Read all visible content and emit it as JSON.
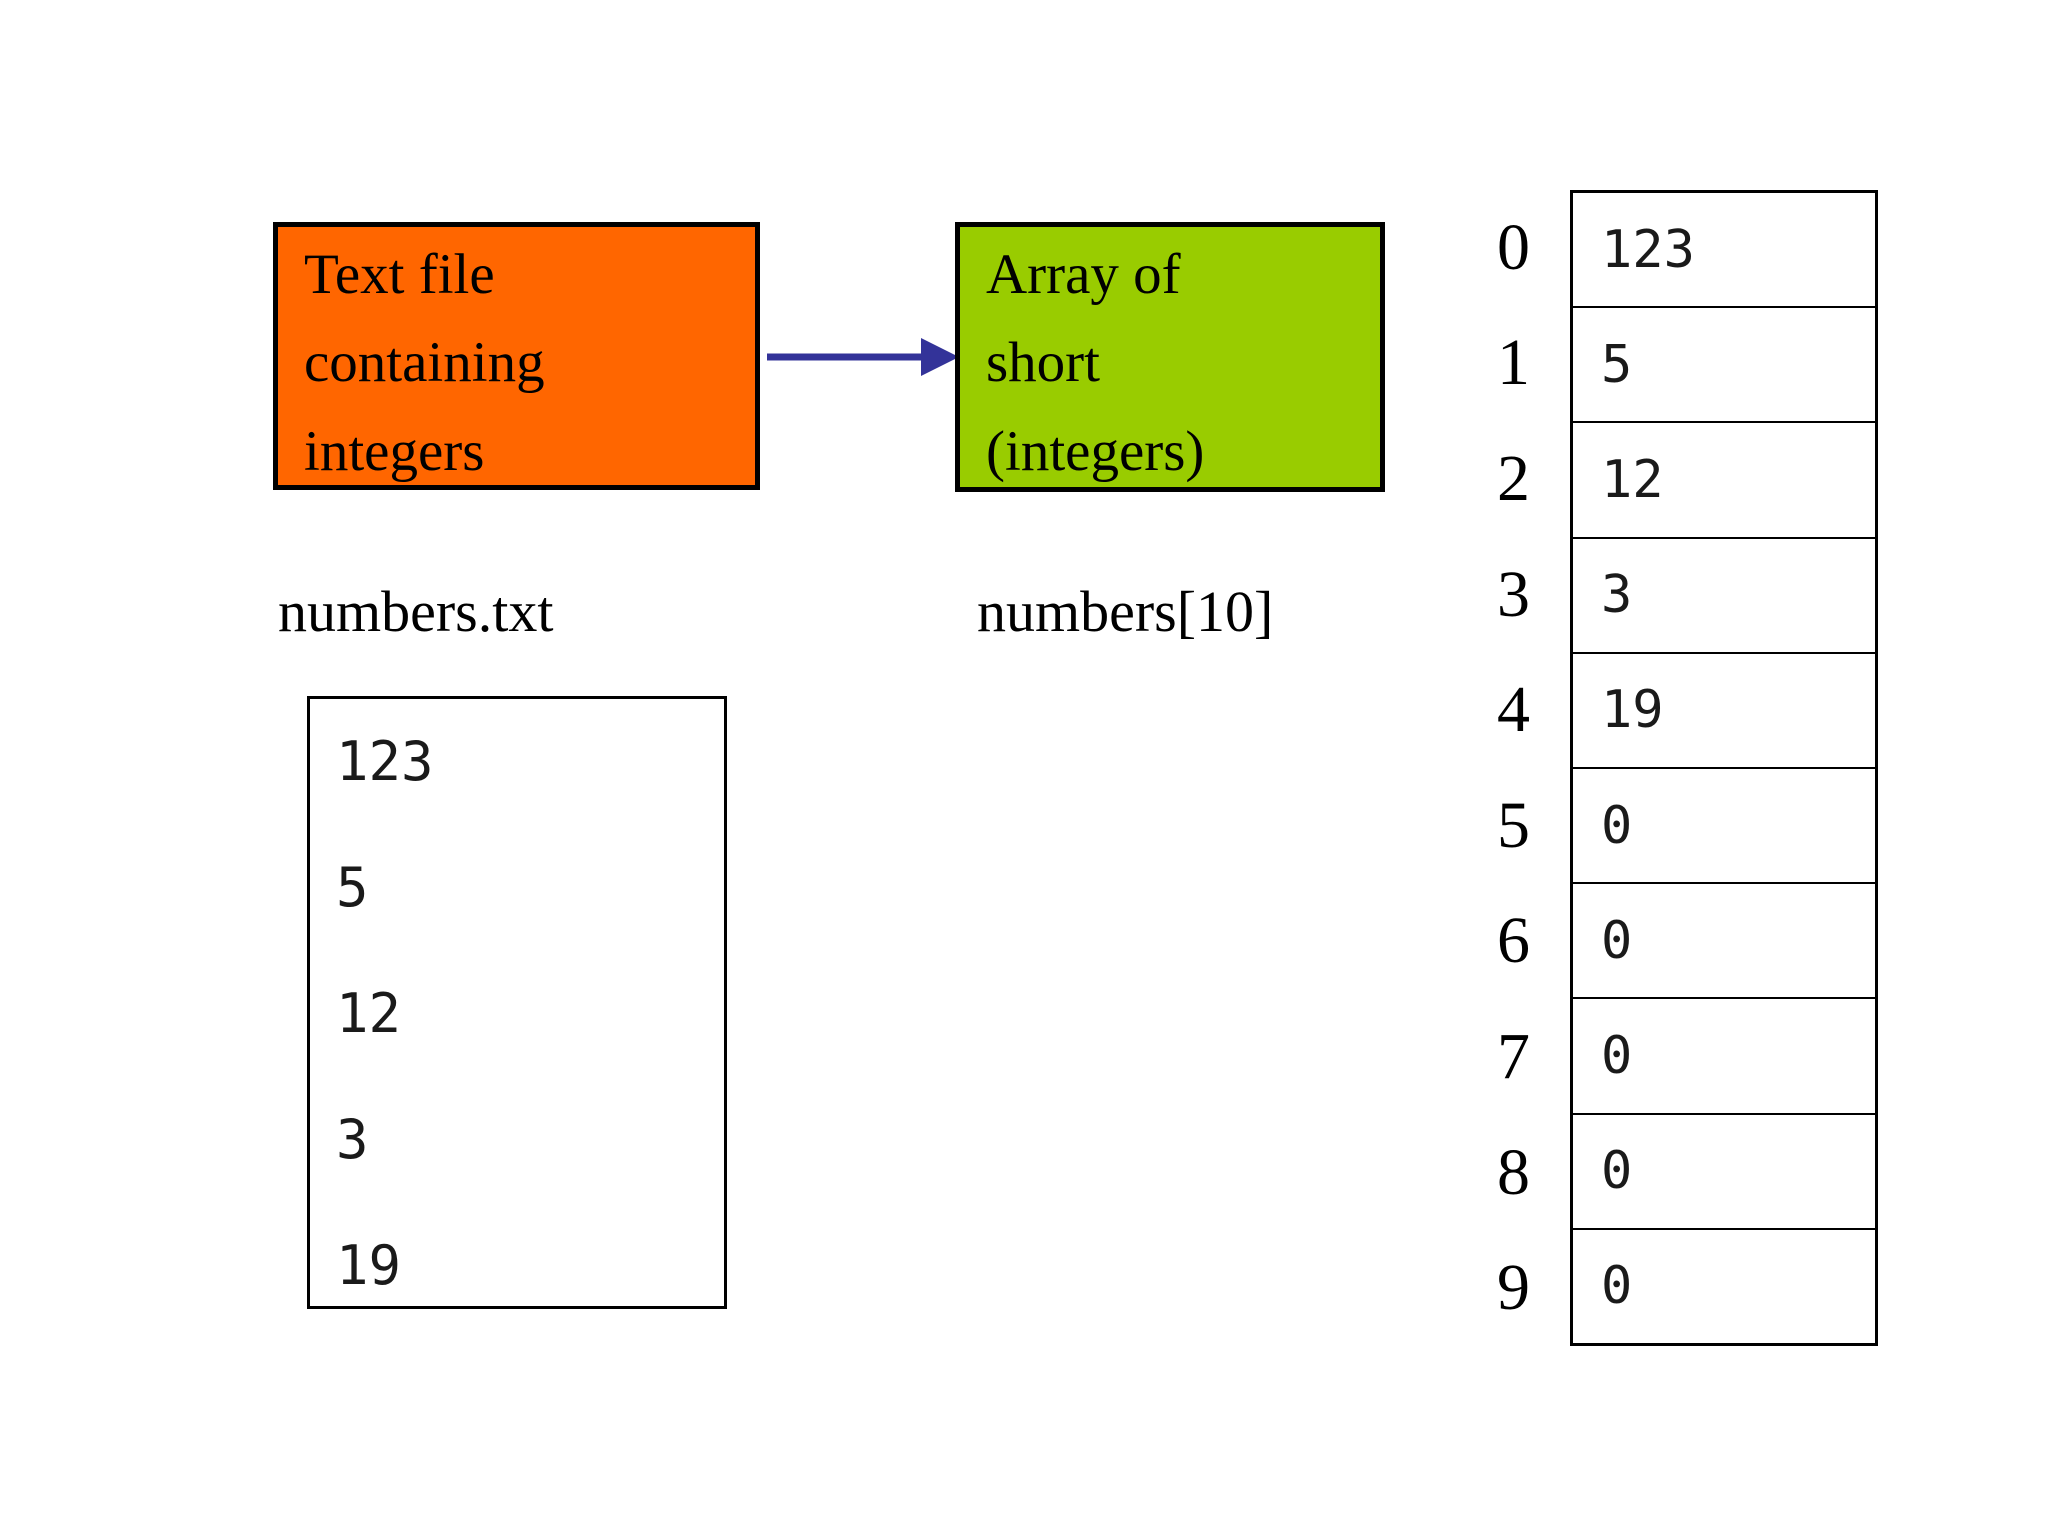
{
  "title_boxes": {
    "file_box": {
      "label": "Text file\ncontaining\nintegers",
      "bg": "#FF6600"
    },
    "array_box": {
      "label": "Array of\nshort\n(integers)",
      "bg": "#99CC00"
    }
  },
  "arrow": {
    "color": "#333399"
  },
  "labels": {
    "file_name": "numbers.txt",
    "array_name": "numbers[10]"
  },
  "file_view": {
    "lines": [
      "123",
      "5",
      "12",
      "3",
      "19"
    ]
  },
  "array_view": {
    "rows": [
      {
        "index": "0",
        "value": "123"
      },
      {
        "index": "1",
        "value": "5"
      },
      {
        "index": "2",
        "value": "12"
      },
      {
        "index": "3",
        "value": "3"
      },
      {
        "index": "4",
        "value": "19"
      },
      {
        "index": "5",
        "value": "0"
      },
      {
        "index": "6",
        "value": "0"
      },
      {
        "index": "7",
        "value": "0"
      },
      {
        "index": "8",
        "value": "0"
      },
      {
        "index": "9",
        "value": "0"
      }
    ]
  }
}
